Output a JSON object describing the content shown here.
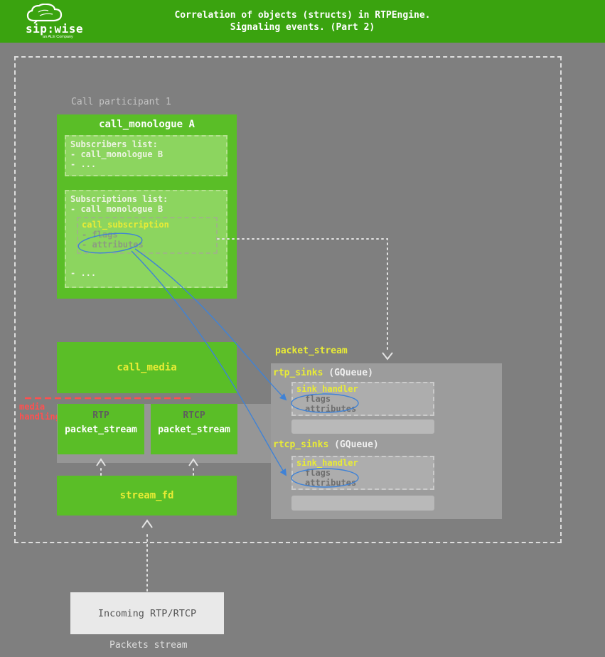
{
  "header": {
    "logo": {
      "brand": "sip:wise",
      "tagline": "an ALE Company"
    },
    "title_line1": "Correlation of objects (structs) in RTPEngine.",
    "title_line2": "Signaling events. (Part 2)"
  },
  "colors": {
    "header_green": "#3aa30f",
    "box_green": "#5abe27",
    "box_green_light": "#8cd55f",
    "bg_gray": "#7f7f7f",
    "strip_gray": "#969696",
    "panel_gray": "#9c9c9c",
    "inner_gray": "#adadad",
    "empty_gray": "#b9b9b9",
    "yellow": "#e9ec35",
    "red": "#ff5050",
    "blue": "#3f82d6"
  },
  "diagram": {
    "participant_label": "Call participant 1",
    "call_monologue": {
      "title": "call_monologue A",
      "subscribers": {
        "title": "Subscribers list:",
        "items": [
          "- call_monologue B",
          "- ..."
        ]
      },
      "subscriptions": {
        "title": "Subscriptions list:",
        "item1": "- call monologue B",
        "call_subscription": {
          "title": "call_subscription",
          "flags": "- flags",
          "attributes": "- attributes"
        },
        "more": "- ..."
      }
    },
    "call_media": "call_media",
    "media_handling": {
      "line1": "media",
      "line2": "handling"
    },
    "rtp_box": {
      "label": "RTP",
      "title": "packet_stream"
    },
    "rtcp_box": {
      "label": "RTCP",
      "title": "packet_stream"
    },
    "stream_fd": "stream_fd",
    "packet_stream_panel": {
      "label": "packet_stream",
      "rtp_sinks": {
        "name": "rtp_sinks",
        "type": " (GQueue)"
      },
      "sink_handler1": {
        "title": "sink_handler",
        "flags": "flags",
        "attributes": "attributes"
      },
      "rtcp_sinks": {
        "name": "rtcp_sinks",
        "type": " (GQueue)"
      },
      "sink_handler2": {
        "title": "sink_handler",
        "flags": "flags",
        "attributes": "attributes"
      }
    },
    "incoming": "Incoming RTP/RTCP",
    "packets_stream": "Packets stream"
  }
}
